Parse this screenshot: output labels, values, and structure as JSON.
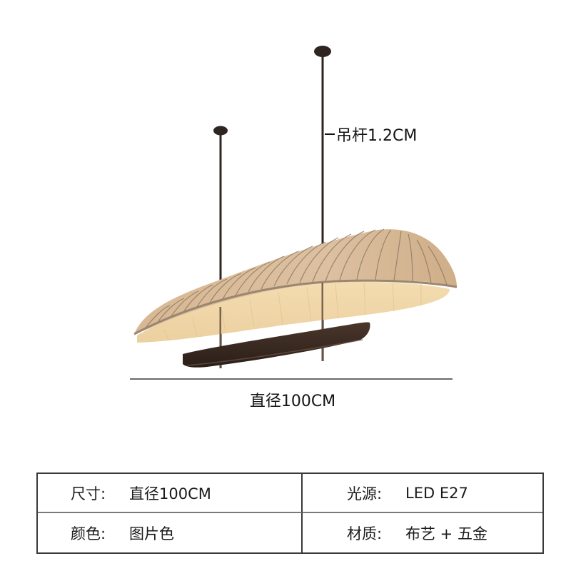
{
  "figure": {
    "rod_label": "吊杆1.2CM",
    "dimension_label": "直径100CM",
    "colors": {
      "rod": "#2e2420",
      "shade_outer": "#d9b994",
      "shade_inner": "#f0d9ad",
      "shade_rib": "#8f7a66",
      "bar": "#3a2a22",
      "dimension_line": "#6a6a6a"
    }
  },
  "specs": {
    "rows": [
      {
        "left": {
          "key": "尺寸:",
          "value": "直径100CM"
        },
        "right": {
          "key": "光源:",
          "value": "LED E27"
        }
      },
      {
        "left": {
          "key": "颜色:",
          "value": "图片色"
        },
        "right": {
          "key": "材质:",
          "value": "布艺 + 五金"
        }
      }
    ]
  }
}
